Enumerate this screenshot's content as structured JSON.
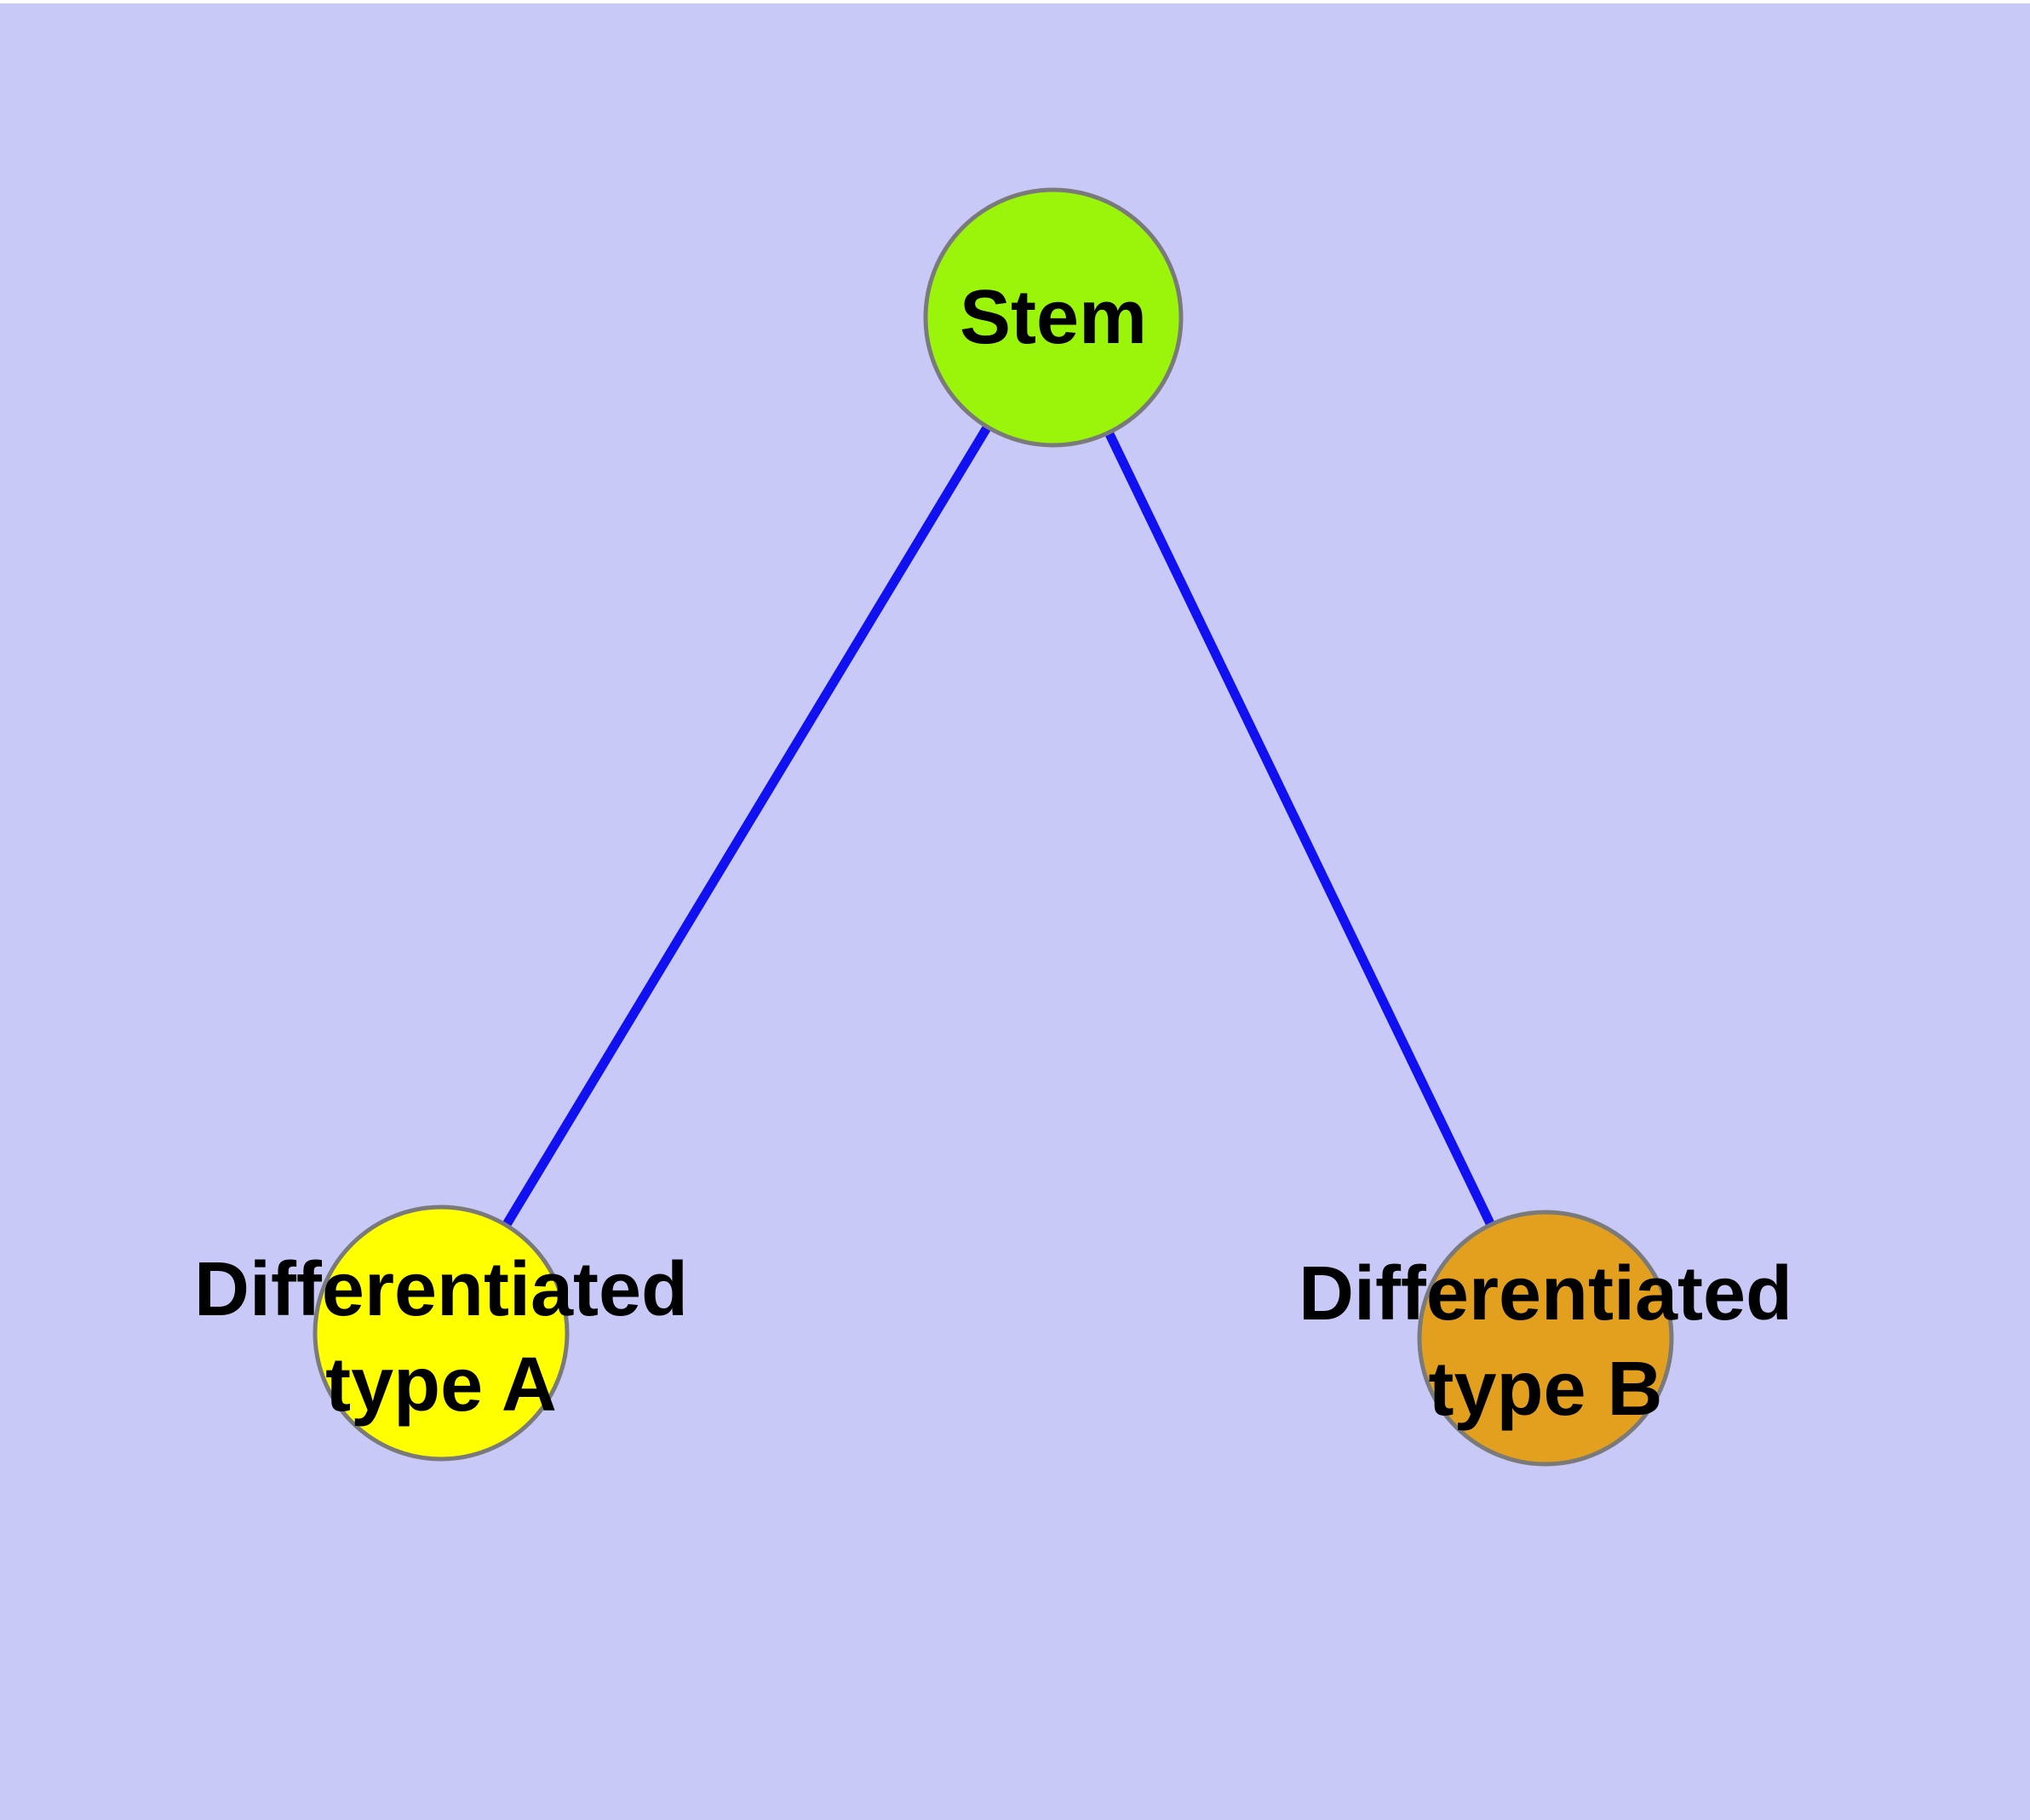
{
  "figure": {
    "description": "Node-link diagram of a stem cell differentiating into two cell types",
    "background_color": "#C9C9F8",
    "top_margin_color": "#FFFFFF",
    "edge_color": "#1010F0",
    "node_border_color": "#7A7A7A",
    "label_color": "#000000",
    "nodes": [
      {
        "id": "stem",
        "label": "Stem",
        "fill": "#9AF50A"
      },
      {
        "id": "type-a",
        "label_line1": "Differentiated",
        "label_line2": "type A",
        "fill": "#FFFF00"
      },
      {
        "id": "type-b",
        "label_line1": "Differentiated",
        "label_line2": "type B",
        "fill": "#E2A01E"
      }
    ],
    "edges": [
      {
        "from": "Stem",
        "to": "Differentiated type A"
      },
      {
        "from": "Stem",
        "to": "Differentiated type B"
      }
    ]
  }
}
